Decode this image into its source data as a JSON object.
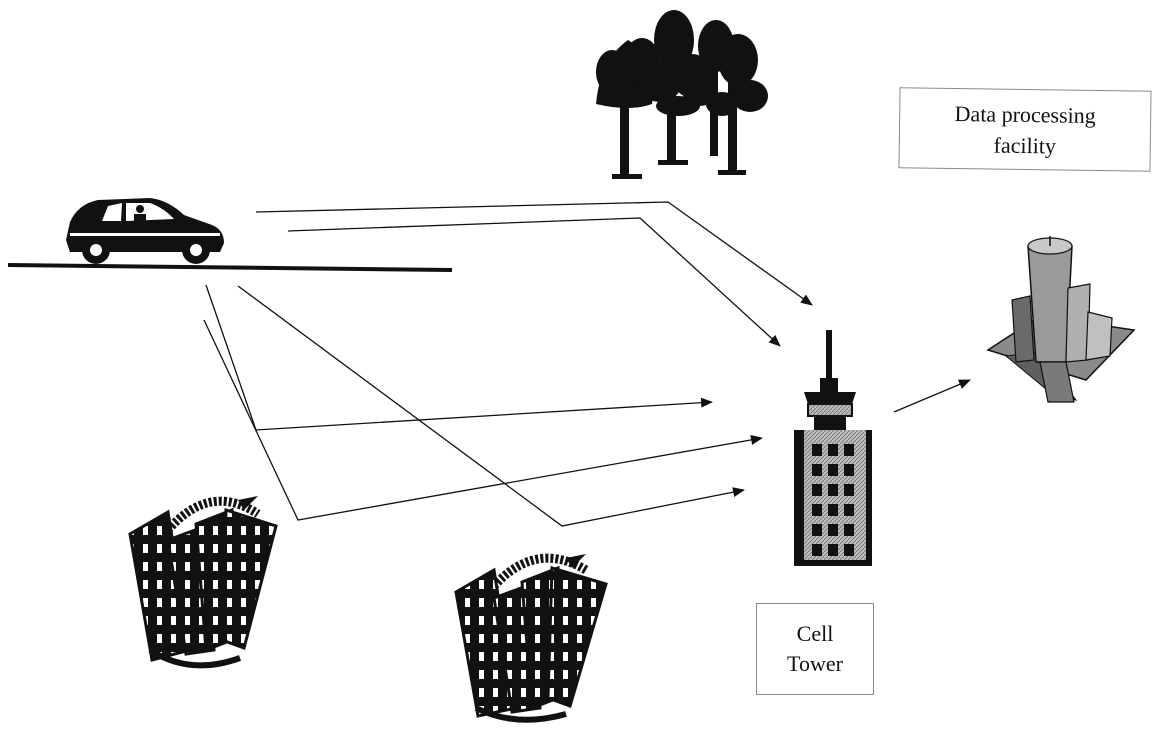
{
  "labels": {
    "facility_line1": "Data processing",
    "facility_line2": "facility",
    "tower_line1": "Cell",
    "tower_line2": "Tower"
  },
  "colors": {
    "ink": "#111111",
    "building_gray": "#7a7a7a",
    "building_light": "#c8c8c8",
    "box_border": "#8a8a8a"
  },
  "icons": {
    "car": "car-icon",
    "trees": "trees-icon",
    "city_left": "city-buildings-icon",
    "city_center": "city-buildings-icon",
    "cell_tower": "cell-tower-icon",
    "facility": "data-facility-icon"
  }
}
